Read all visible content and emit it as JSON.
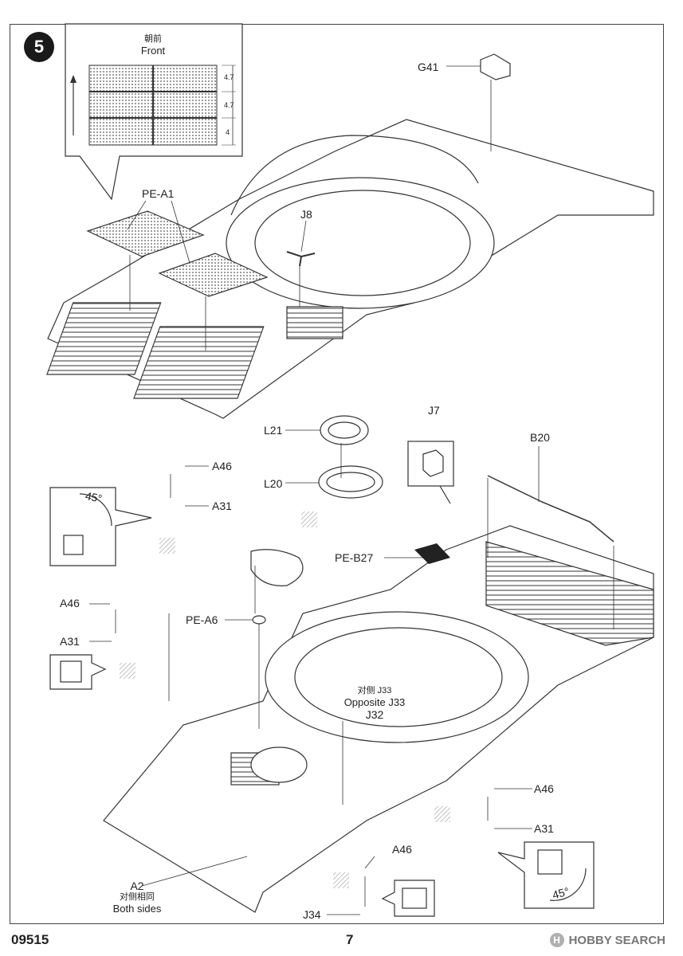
{
  "page": {
    "step_number": "5",
    "model_code": "09515",
    "page_number": "7",
    "watermark": "HOBBY SEARCH"
  },
  "inset_top": {
    "title_cn": "朝前",
    "title_en": "Front",
    "dims": [
      "4.7",
      "4.7",
      "4"
    ]
  },
  "parts": {
    "g41": "G41",
    "pe_a1": "PE-A1",
    "j8": "J8",
    "l21": "L21",
    "l20": "L20",
    "j7": "J7",
    "b20": "B20",
    "a46_1": "A46",
    "a31_1": "A31",
    "angle_1": "45°",
    "a46_2": "A46",
    "a31_2": "A31",
    "pe_b27": "PE-B27",
    "pe_a6": "PE-A6",
    "j33_cn": "对侧 J33",
    "j33_en": "Opposite J33",
    "j32": "J32",
    "a46_3": "A46",
    "a31_3": "A31",
    "a46_4": "A46",
    "angle_2": "45°",
    "a2": "A2",
    "a2_cn": "对侧相同",
    "a2_en": "Both sides",
    "j34": "J34"
  }
}
